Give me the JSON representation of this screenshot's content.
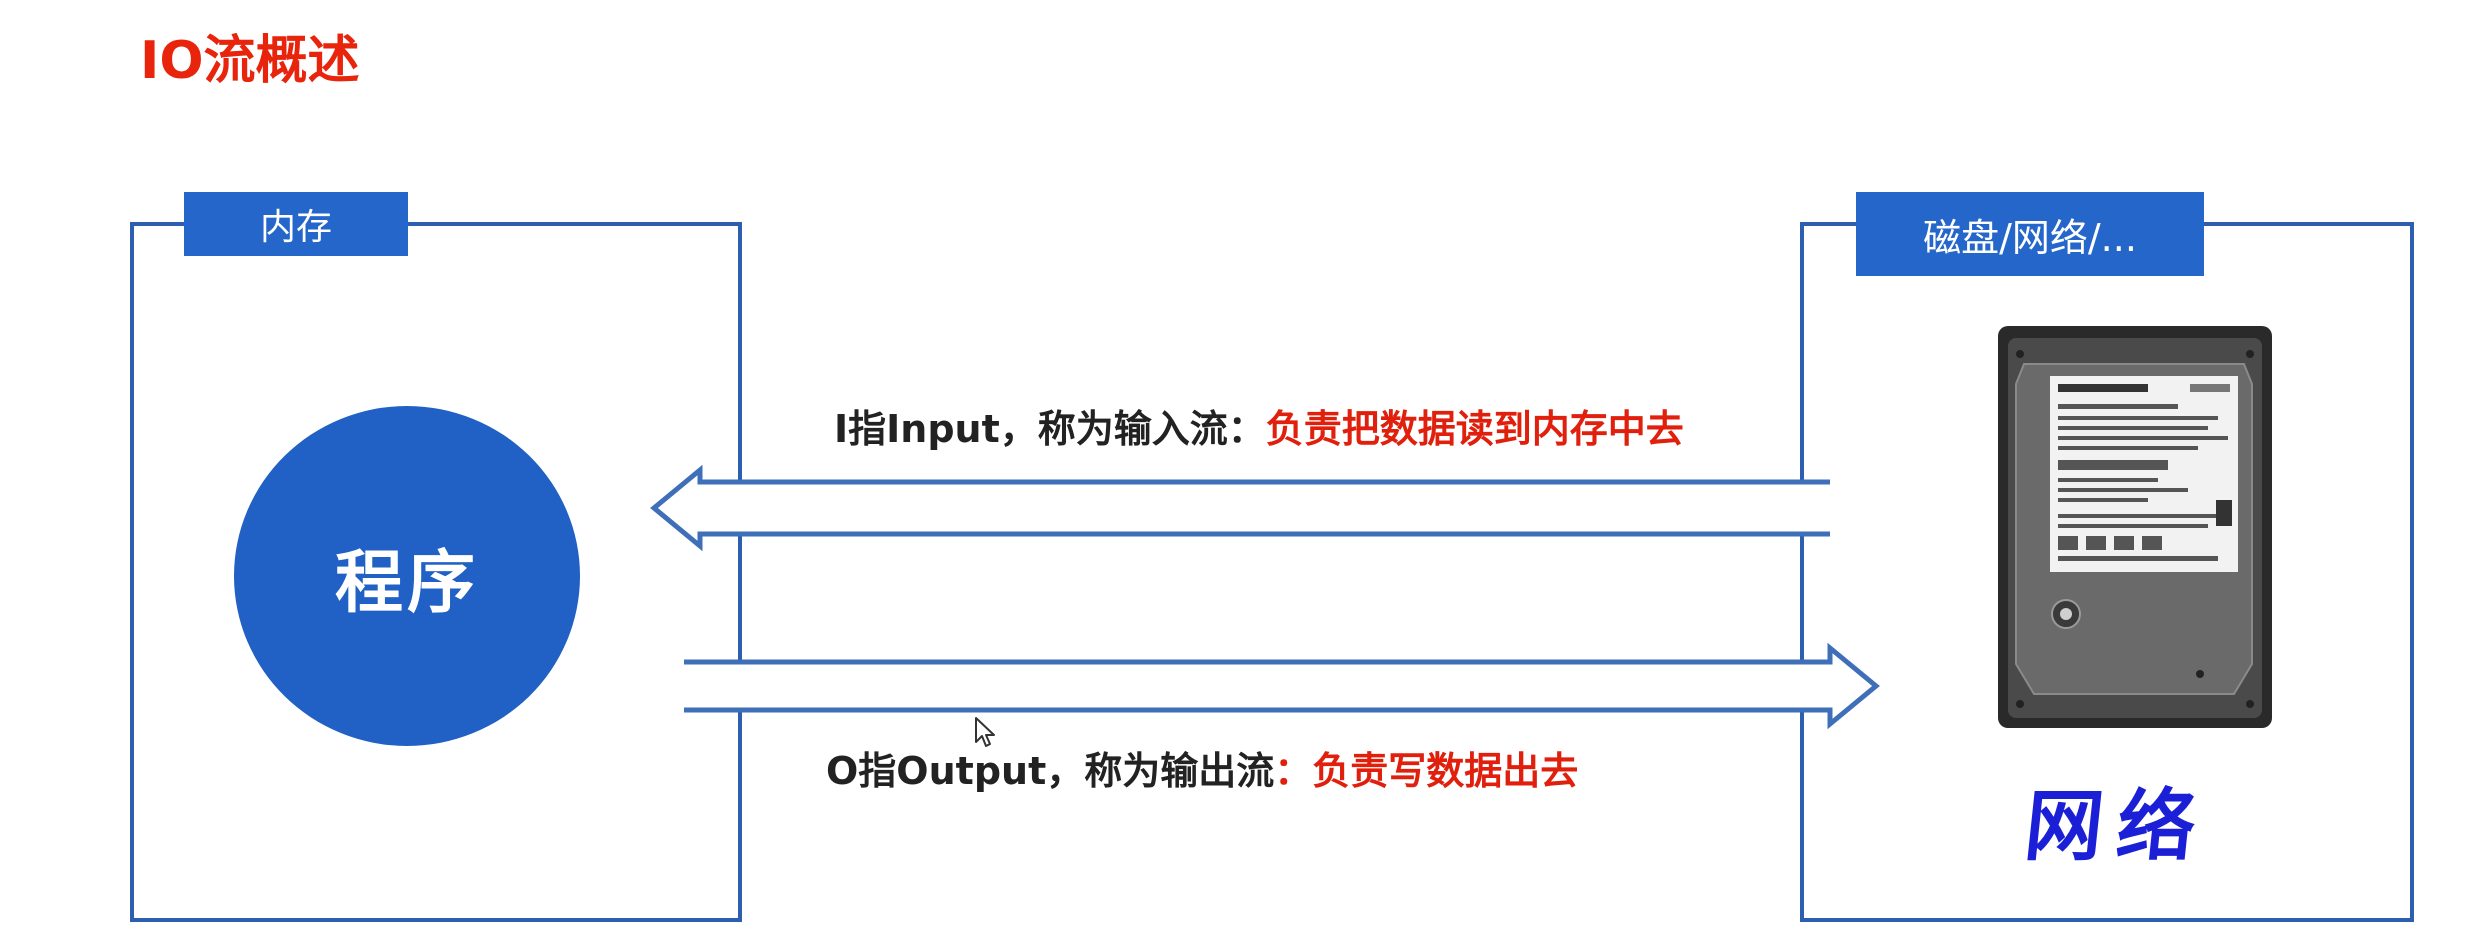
{
  "title": "IO流概述",
  "memory_box": {
    "tag": "内存",
    "program_label": "程序"
  },
  "storage_box": {
    "tag": "磁盘/网络/...",
    "handwritten_note": "网络",
    "disk_icon": "hard-disk-drive"
  },
  "input_stream": {
    "label_main": "I指Input，称为输入流：",
    "label_highlight": "负责把数据读到内存中去"
  },
  "output_stream": {
    "label_main": "O指Output，称为输出流",
    "label_highlight": "：负责写数据出去"
  },
  "colors": {
    "title_red": "#e8250c",
    "highlight_red": "#e0200c",
    "box_blue": "#2c5fb0",
    "tag_blue": "#2466c9",
    "circle_blue": "#2160c4",
    "handwritten_blue": "#1b20d6"
  }
}
